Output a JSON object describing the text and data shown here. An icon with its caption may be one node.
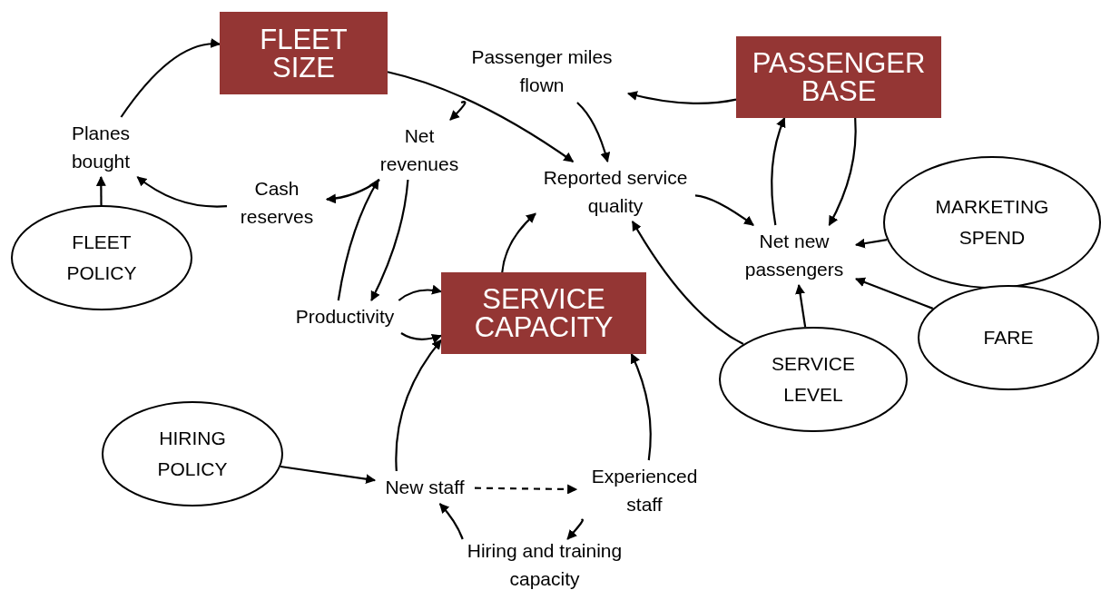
{
  "diagram": {
    "nodes": [
      {
        "text": [
          "FLEET SIZE"
        ]
      },
      {
        "text": [
          "Passenger miles flown"
        ]
      },
      {
        "text": [
          "PASSENGER BASE"
        ]
      },
      {
        "text": [
          "Planes bought"
        ]
      },
      {
        "text": [
          "Net revenues"
        ]
      },
      {
        "text": [
          "Reported service quality"
        ]
      },
      {
        "text": [
          "Cash reserves"
        ]
      },
      {
        "text": [
          "MARKETING SPEND"
        ]
      },
      {
        "text": [
          "Net  new passengers"
        ]
      },
      {
        "text": [
          "FLEET POLICY"
        ]
      },
      {
        "text": [
          "SERVICE CAPACITY"
        ]
      },
      {
        "text": [
          "Productivity"
        ]
      },
      {
        "text": [
          "FARE"
        ]
      },
      {
        "text": [
          "SERVICE LEVEL"
        ]
      },
      {
        "text": [
          "HIRING POLICY"
        ]
      },
      {
        "text": [
          "New staff"
        ]
      },
      {
        "text": [
          "Experienced staff"
        ]
      },
      {
        "text": [
          "Hiring and training capacity"
        ]
      }
    ],
    "edges": [
      {
        "from": 3,
        "to": 0,
        "arrow": "to"
      },
      {
        "from": 9,
        "to": 3,
        "arrow": "to"
      },
      {
        "from": 6,
        "to": 3,
        "arrow": "to"
      },
      {
        "from": 4,
        "to": 6,
        "arrow": "to"
      },
      {
        "from": 1,
        "to": 4,
        "arrow": "to"
      },
      {
        "from": 0,
        "to": 5,
        "arrow": "to"
      },
      {
        "from": 1,
        "to": 5,
        "arrow": "to"
      },
      {
        "from": 2,
        "to": 1,
        "arrow": "to"
      },
      {
        "from": 5,
        "to": 8,
        "arrow": "to"
      },
      {
        "from": 8,
        "to": 2,
        "arrow": "to"
      },
      {
        "from": 2,
        "to": 8,
        "arrow": "to"
      },
      {
        "from": 7,
        "to": 8,
        "arrow": "to"
      },
      {
        "from": 12,
        "to": 8,
        "arrow": "to"
      },
      {
        "from": 13,
        "to": 8,
        "arrow": "to"
      },
      {
        "from": 13,
        "to": 5,
        "arrow": "to"
      },
      {
        "from": 10,
        "to": 5,
        "arrow": "to"
      },
      {
        "from": 11,
        "to": 4,
        "arrow": "to"
      },
      {
        "from": 4,
        "to": 11,
        "arrow": "to"
      },
      {
        "from": 11,
        "to": 10,
        "arrow": "to"
      },
      {
        "from": 11,
        "to": 10,
        "arrow": "to"
      },
      {
        "from": 14,
        "to": 15,
        "arrow": "to"
      },
      {
        "from": 15,
        "to": 10,
        "arrow": "to"
      },
      {
        "from": 15,
        "to": 16,
        "arrow": "to",
        "style": "dashed"
      },
      {
        "from": 16,
        "to": 10,
        "arrow": "to"
      },
      {
        "from": 16,
        "to": 17,
        "arrow": "to"
      },
      {
        "from": 17,
        "to": 15,
        "arrow": "to"
      }
    ]
  }
}
